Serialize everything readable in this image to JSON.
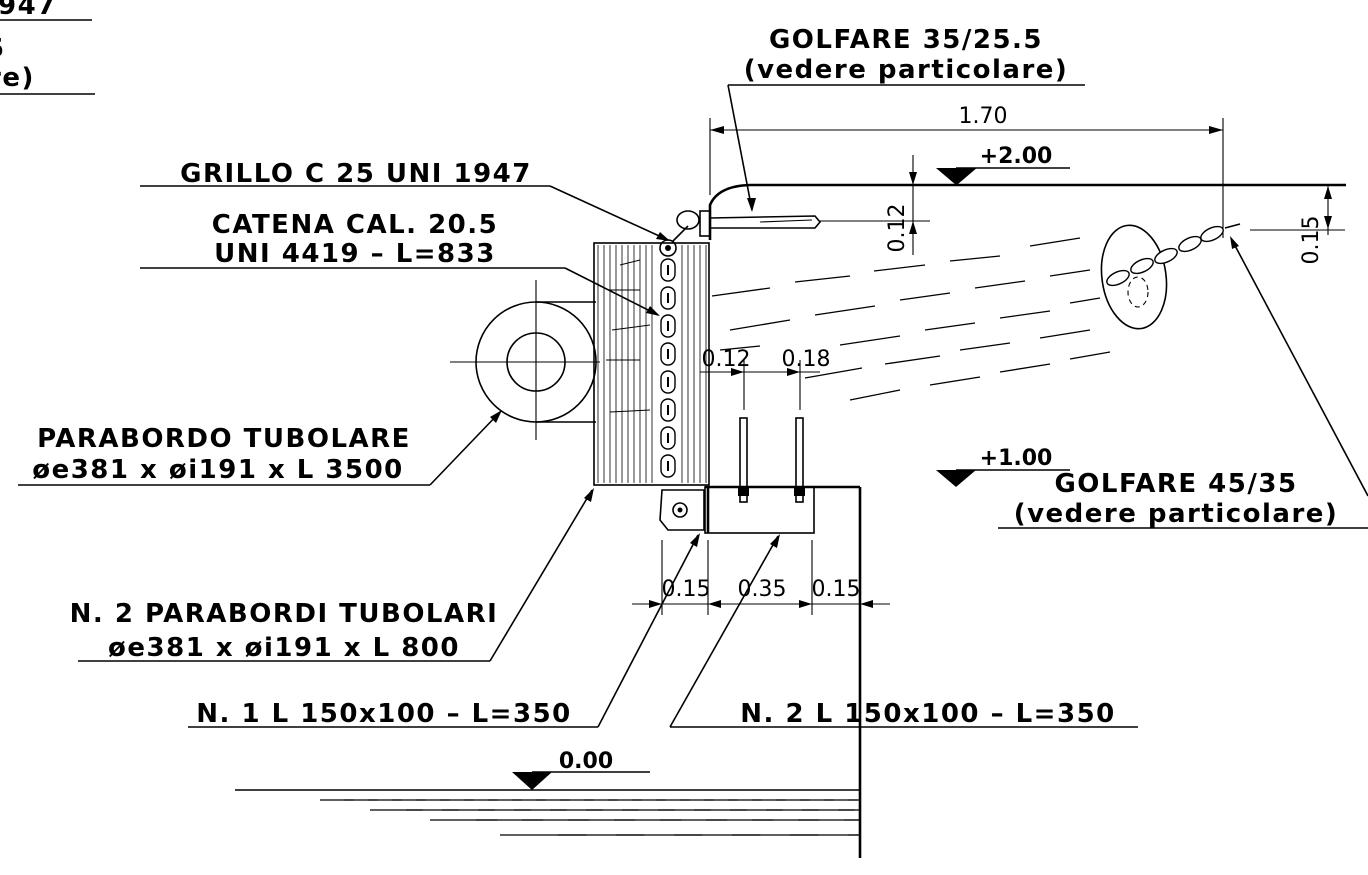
{
  "labels": {
    "partial_top_1": "947",
    "partial_top_2": "5",
    "partial_top_3": "re)",
    "golfare_small_1": "GOLFARE 35/25.5",
    "golfare_small_2": "(vedere particolare)",
    "grillo": "GRILLO C 25 UNI 1947",
    "catena_1": "CATENA CAL. 20.5",
    "catena_2": "UNI 4419 – L=833",
    "parabordo_1": "PARABORDO TUBOLARE",
    "parabordo_2": "øe381 x øi191 x L 3500",
    "golfare_large_1": "GOLFARE 45/35",
    "golfare_large_2": "(vedere particolare)",
    "parabordi2_1": "N. 2 PARABORDI TUBOLARI",
    "parabordi2_2": "øe381 x øi191 x L 800",
    "angle1": "N. 1 L 150x100 – L=350",
    "angle2": "N. 2 L 150x100 – L=350"
  },
  "levels": {
    "top": "+2.00",
    "mid": "+1.00",
    "water": "0.00"
  },
  "dimensions": {
    "span": "1.70",
    "h_left": "0.12",
    "h_right": "0.15",
    "gap_a": "0.12",
    "gap_b": "0.18",
    "base_a": "0.15",
    "base_b": "0.35",
    "base_c": "0.15"
  }
}
